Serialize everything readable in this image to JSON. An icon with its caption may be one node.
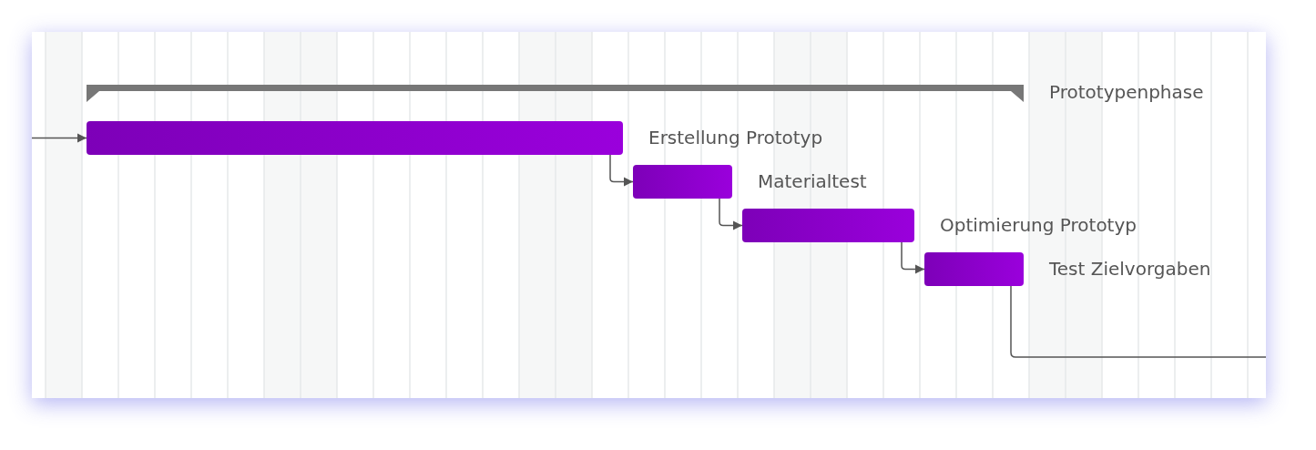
{
  "diagram": {
    "nodes": [
      {
        "text": [
          "Prototypenphase"
        ]
      },
      {
        "text": [
          "Erstellung Prototyp"
        ]
      },
      {
        "text": [
          "Materialtest"
        ]
      },
      {
        "text": [
          "Optimierung Prototyp"
        ]
      },
      {
        "text": [
          "Test Zielvorgaben"
        ]
      }
    ],
    "edges": [
      {
        "from": null,
        "to": 1,
        "arrow": "to"
      },
      {
        "from": 1,
        "to": 2,
        "arrow": "to"
      },
      {
        "from": 2,
        "to": 3,
        "arrow": "to"
      },
      {
        "from": 3,
        "to": 4,
        "arrow": "to"
      },
      {
        "from": 4,
        "to": null,
        "arrow": "none"
      }
    ]
  }
}
